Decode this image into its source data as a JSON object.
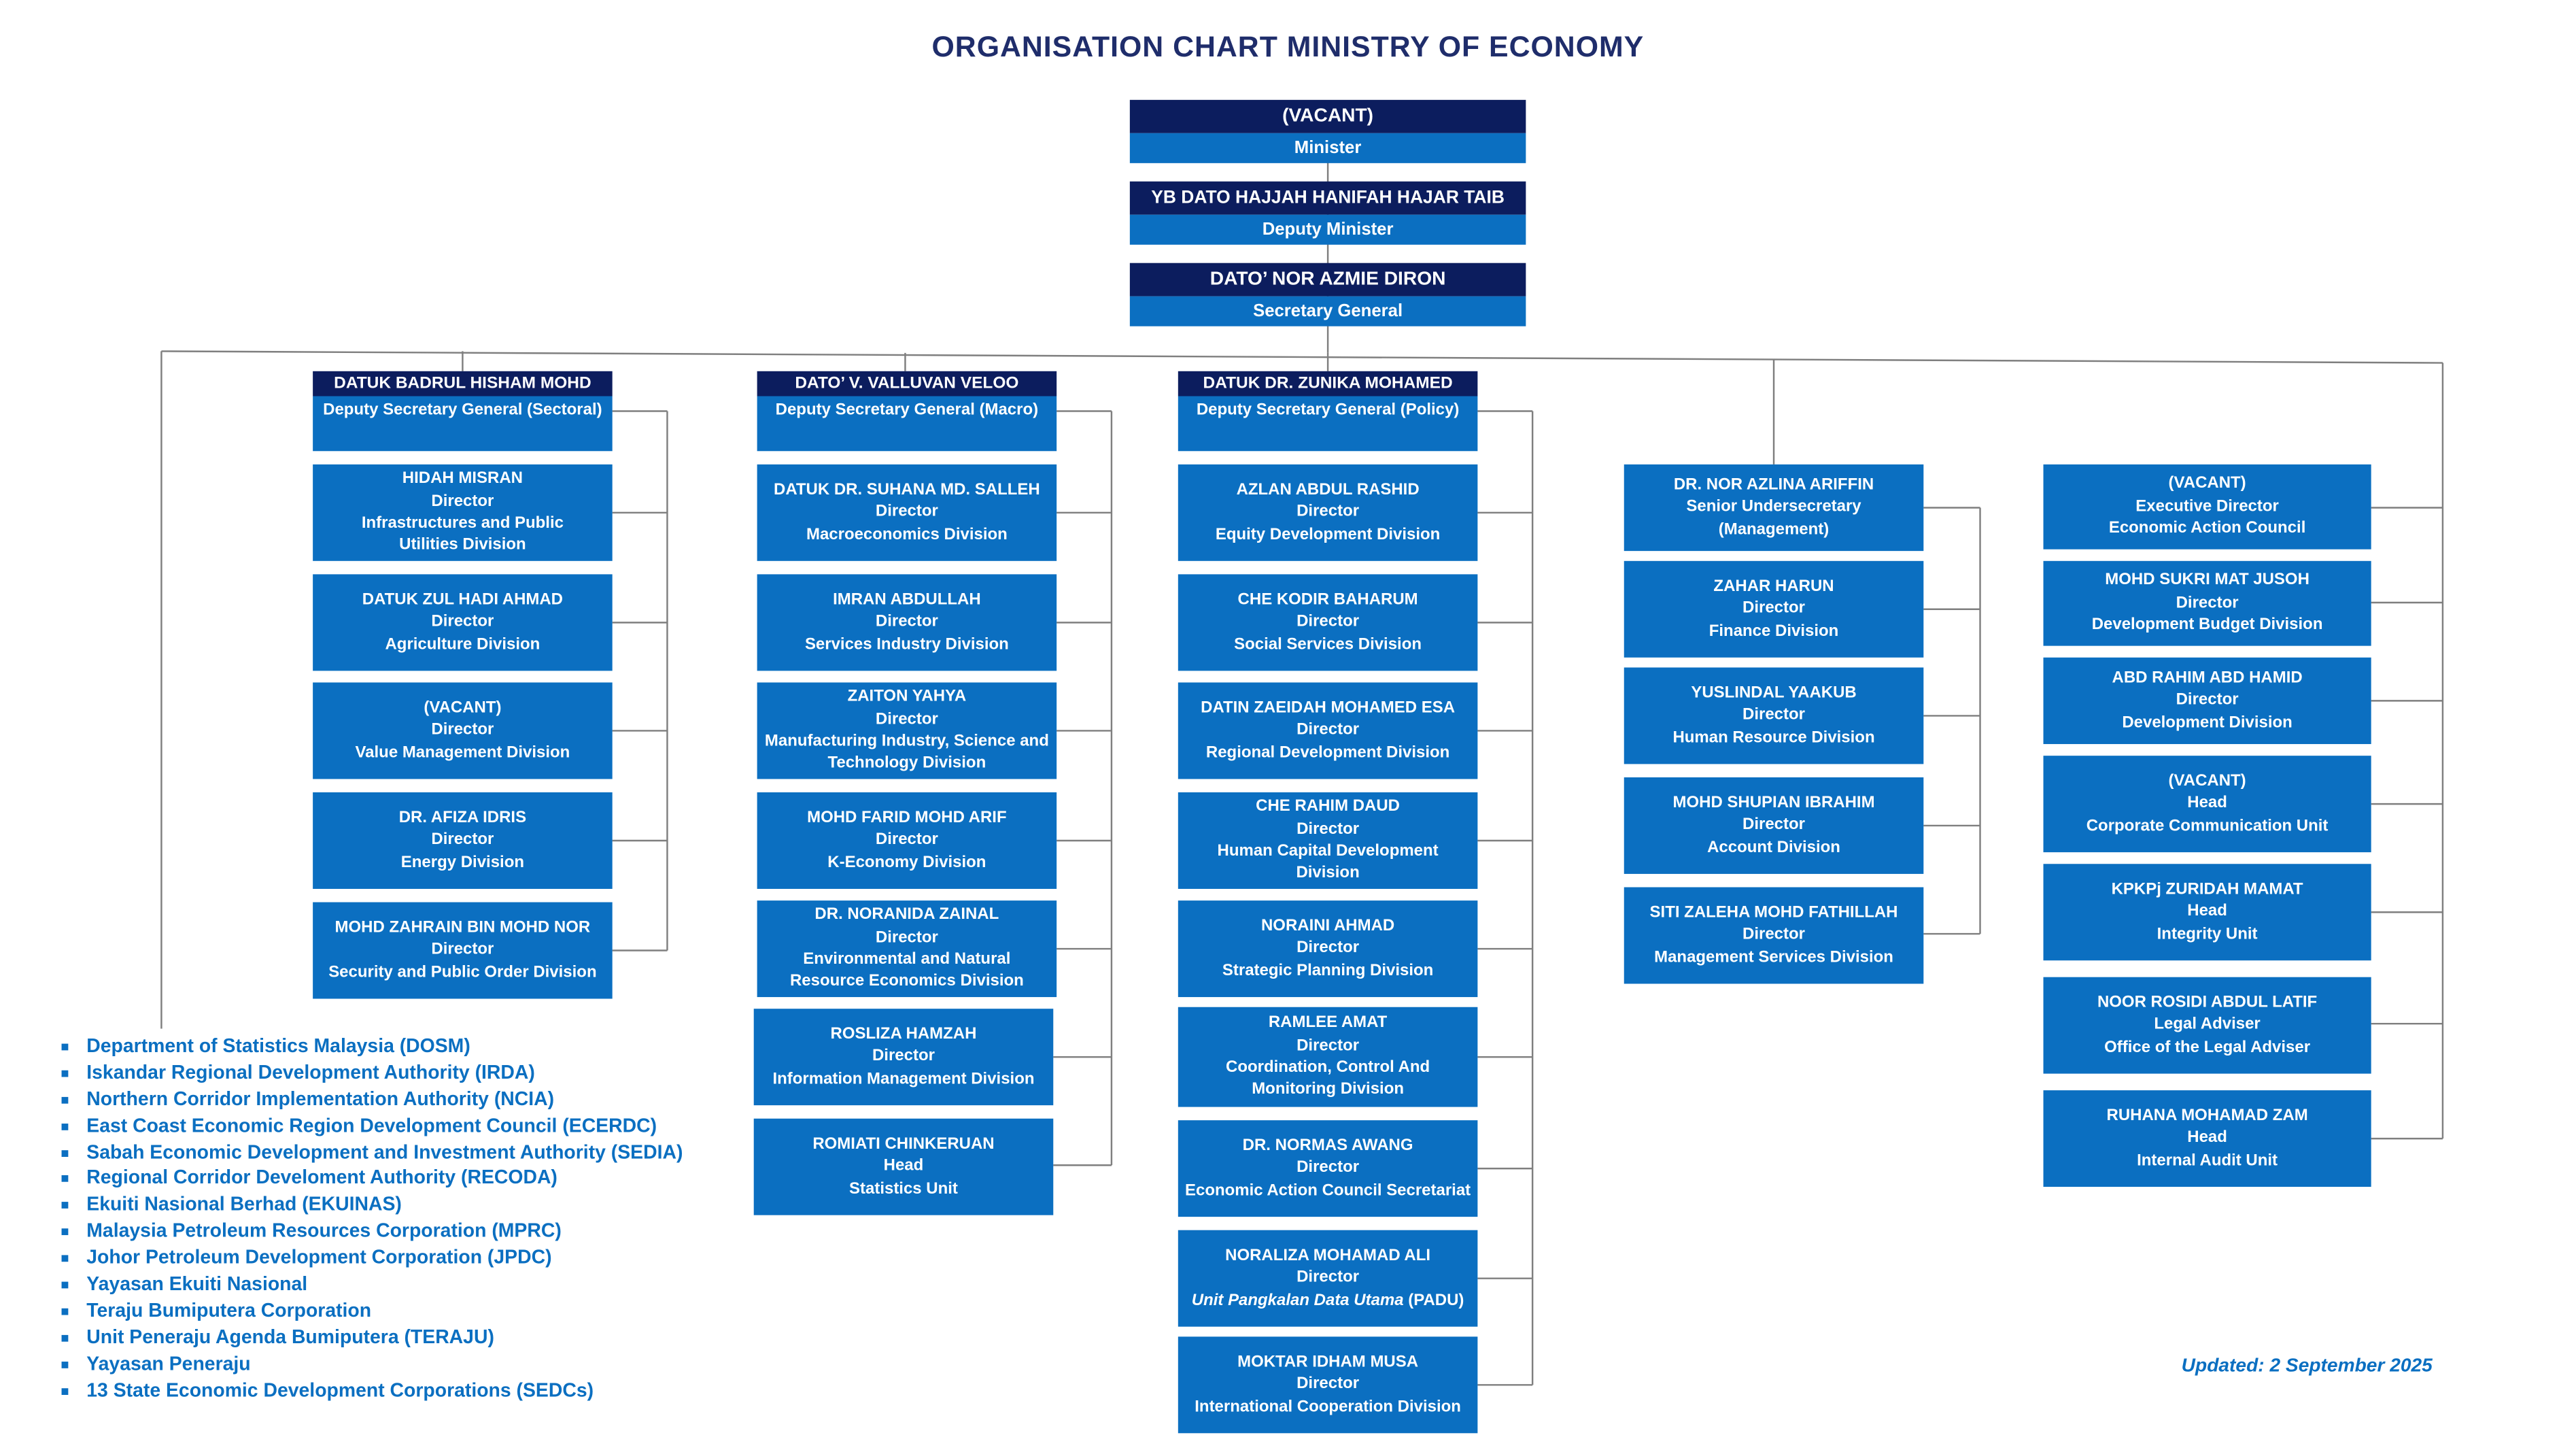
{
  "title": "ORGANISATION CHART MINISTRY OF ECONOMY",
  "minister": {
    "name": "(VACANT)",
    "role": "Minister"
  },
  "deputy_minister": {
    "name": "YB DATO HAJJAH HANIFAH HAJAR TAIB",
    "role": "Deputy Minister"
  },
  "secretary_general": {
    "name": "DATO’ NOR AZMIE DIRON",
    "role": "Secretary General"
  },
  "dsg_sectoral": {
    "name": "DATUK BADRUL HISHAM MOHD",
    "role": "Deputy Secretary General (Sectoral)"
  },
  "dsg_macro": {
    "name": "DATO’ V. VALLUVAN VELOO",
    "role": "Deputy Secretary General (Macro)"
  },
  "dsg_policy": {
    "name": "DATUK DR. ZUNIKA MOHAMED",
    "role": "Deputy Secretary General (Policy)"
  },
  "sectoral_units": [
    {
      "name": "HIDAH MISRAN",
      "role": "Director",
      "unit": "Infrastructures and Public Utilities Division"
    },
    {
      "name": "DATUK ZUL HADI AHMAD",
      "role": "Director",
      "unit": "Agriculture Division"
    },
    {
      "name": "(VACANT)",
      "role": "Director",
      "unit": "Value Management Division"
    },
    {
      "name": "DR. AFIZA IDRIS",
      "role": "Director",
      "unit": "Energy Division"
    },
    {
      "name": "MOHD ZAHRAIN BIN MOHD NOR",
      "role": "Director",
      "unit": "Security and Public Order Division"
    }
  ],
  "macro_units": [
    {
      "name": "DATUK DR. SUHANA MD. SALLEH",
      "role": "Director",
      "unit": "Macroeconomics Division"
    },
    {
      "name": "IMRAN ABDULLAH",
      "role": "Director",
      "unit": "Services Industry Division"
    },
    {
      "name": "ZAITON YAHYA",
      "role": "Director",
      "unit": "Manufacturing Industry, Science and Technology Division"
    },
    {
      "name": "MOHD FARID MOHD ARIF",
      "role": "Director",
      "unit": "K-Economy Division"
    },
    {
      "name": "DR. NORANIDA ZAINAL",
      "role": "Director",
      "unit": "Environmental and Natural Resource Economics Division"
    },
    {
      "name": "ROSLIZA HAMZAH",
      "role": "Director",
      "unit": "Information Management Division"
    },
    {
      "name": "ROMIATI CHINKERUAN",
      "role": "Head",
      "unit": "Statistics Unit"
    }
  ],
  "policy_units": [
    {
      "name": "AZLAN ABDUL RASHID",
      "role": "Director",
      "unit": "Equity Development Division"
    },
    {
      "name": "CHE KODIR BAHARUM",
      "role": "Director",
      "unit": "Social Services Division"
    },
    {
      "name": "DATIN ZAEIDAH MOHAMED ESA",
      "role": "Director",
      "unit": "Regional Development Division"
    },
    {
      "name": "CHE RAHIM DAUD",
      "role": "Director",
      "unit": "Human Capital Development Division"
    },
    {
      "name": "NORAINI AHMAD",
      "role": "Director",
      "unit": "Strategic Planning Division"
    },
    {
      "name": "RAMLEE AMAT",
      "role": "Director",
      "unit": "Coordination, Control And Monitoring Division"
    },
    {
      "name": "DR. NORMAS AWANG",
      "role": "Director",
      "unit": "Economic Action Council Secretariat"
    },
    {
      "name": "NORALIZA MOHAMAD ALI",
      "role": "Director",
      "unit_italic": "Unit Pangkalan Data Utama",
      "unit_suffix": " (PADU)"
    },
    {
      "name": "MOKTAR IDHAM MUSA",
      "role": "Director",
      "unit": "International Cooperation Division"
    }
  ],
  "management_head": {
    "name": "DR. NOR AZLINA ARIFFIN",
    "role": "Senior Undersecretary (Management)"
  },
  "management_units": [
    {
      "name": "ZAHAR HARUN",
      "role": "Director",
      "unit": "Finance Division"
    },
    {
      "name": "YUSLINDAL YAAKUB",
      "role": "Director",
      "unit": "Human Resource Division"
    },
    {
      "name": "MOHD SHUPIAN IBRAHIM",
      "role": "Director",
      "unit": "Account Division"
    },
    {
      "name": "SITI ZALEHA MOHD FATHILLAH",
      "role": "Director",
      "unit": "Management Services Division"
    }
  ],
  "direct_units": [
    {
      "name": "(VACANT)",
      "role": "Executive Director",
      "unit": "Economic Action Council"
    },
    {
      "name": "MOHD SUKRI MAT JUSOH",
      "role": "Director",
      "unit": "Development Budget Division"
    },
    {
      "name": "ABD RAHIM ABD HAMID",
      "role": "Director",
      "unit": "Development Division"
    },
    {
      "name": "(VACANT)",
      "role": "Head",
      "unit": "Corporate Communication Unit"
    },
    {
      "name": "KPKPj ZURIDAH MAMAT",
      "role": "Head",
      "unit": "Integrity Unit"
    },
    {
      "name": "NOOR ROSIDI ABDUL LATIF",
      "role": "Legal Adviser",
      "unit": "Office of the Legal Adviser"
    },
    {
      "name": "RUHANA MOHAMAD ZAM",
      "role": "Head",
      "unit": "Internal Audit Unit"
    }
  ],
  "agencies": [
    "Department of Statistics Malaysia (DOSM)",
    "Iskandar Regional Development Authority (IRDA)",
    "Northern Corridor Implementation Authority (NCIA)",
    "East Coast Economic Region Development Council (ECERDC)",
    "Sabah Economic Development and Investment Authority (SEDIA)",
    "Regional Corridor Develoment Authority (RECODA)",
    "Ekuiti Nasional Berhad (EKUINAS)",
    "Malaysia Petroleum Resources Corporation (MPRC)",
    "Johor Petroleum Development Corporation (JPDC)",
    "Yayasan Ekuiti Nasional",
    "Teraju Bumiputera Corporation",
    "Unit Peneraju Agenda Bumiputera (TERAJU)",
    "Yayasan Peneraju",
    "13 State Economic Development Corporations (SEDCs)"
  ],
  "updated": "Updated:  2 September 2025"
}
